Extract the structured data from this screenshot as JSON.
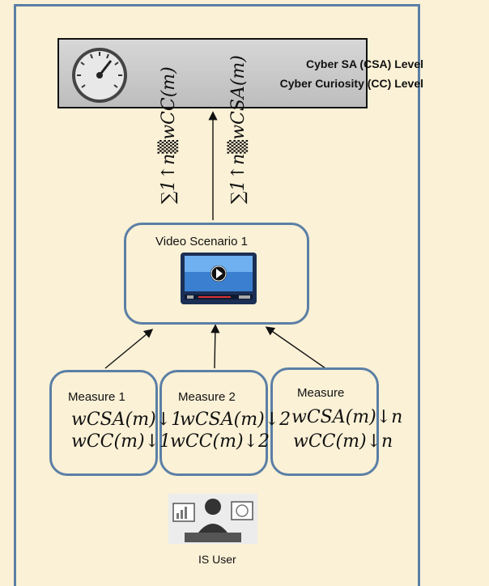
{
  "top_box": {
    "line1": "Cyber SA (CSA) Level",
    "line2": "Cyber Curiosity (CC) Level",
    "sum_left": "∑1↑n▒wCC(m)",
    "sum_right": "∑1↑n▒wCSA(m)"
  },
  "video": {
    "title": "Video Scenario 1"
  },
  "measures": [
    {
      "label": "Measure 1",
      "csa": "wCSA(m)↓1",
      "cc": "wCC(m)↓1"
    },
    {
      "label": "Measure 2",
      "csa": "wCSA(m)↓2",
      "cc": "wCC(m)↓2"
    },
    {
      "label": "Measure",
      "csa": "wCSA(m)↓n",
      "cc": "wCC(m)↓n"
    }
  ],
  "user": {
    "label": "IS User"
  },
  "colors": {
    "background": "#fbf1d6",
    "border": "#5b7fa6",
    "gauge_box": "#c8c8c8"
  }
}
